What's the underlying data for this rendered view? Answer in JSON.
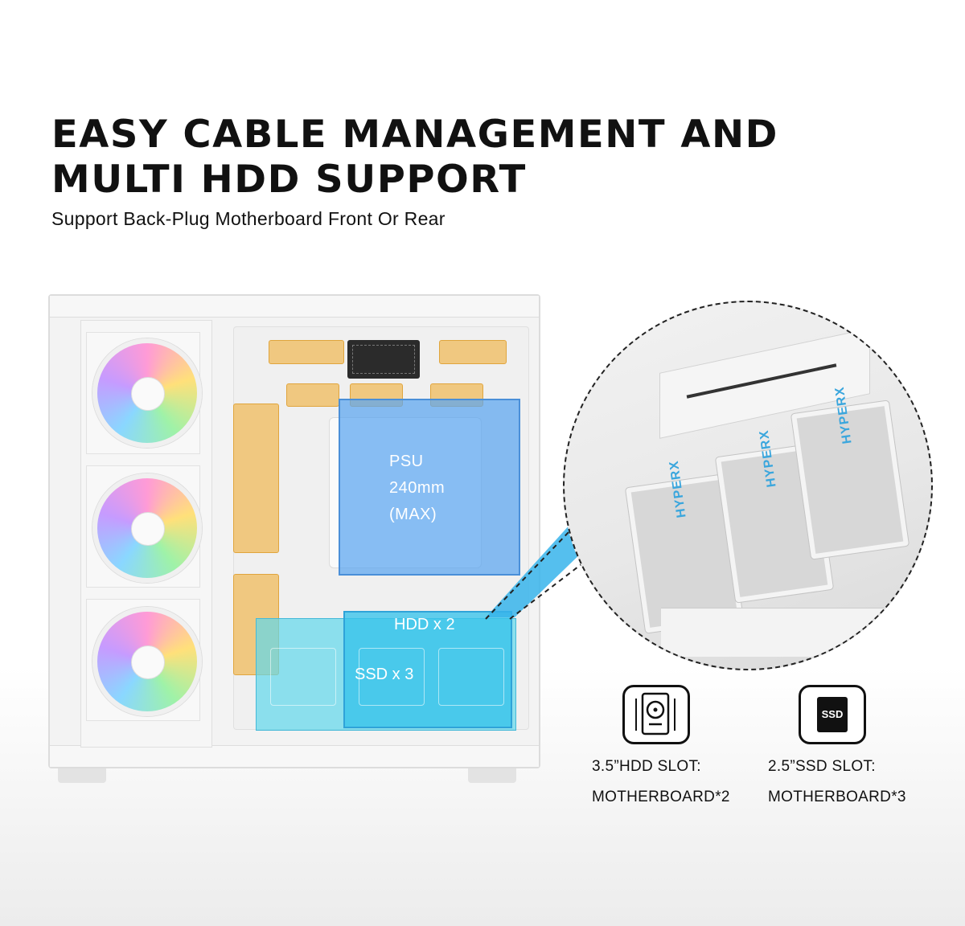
{
  "headline": {
    "line1": "EASY CABLE MANAGEMENT AND",
    "line2": "MULTI HDD SUPPORT"
  },
  "subtitle": "Support Back-Plug Motherboard Front Or Rear",
  "case_labels": {
    "psu_line1": "PSU",
    "psu_line2": "240mm",
    "psu_line3": "(MAX)",
    "hdd": "HDD x 2",
    "ssd": "SSD x 3"
  },
  "zoom": {
    "drive_brand": "HYPERX"
  },
  "icons": [
    {
      "name": "hdd-icon",
      "caption_line1": "3.5”HDD SLOT:",
      "caption_line2": "MOTHERBOARD*2"
    },
    {
      "name": "ssd-icon",
      "text": "SSD",
      "caption_line1": "2.5”SSD SLOT:",
      "caption_line2": "MOTHERBOARD*3"
    }
  ],
  "colors": {
    "psu_overlay": "#5aa5f0",
    "drive_overlay": "#37c3eb",
    "cable_grommet": "#f0b03c"
  }
}
